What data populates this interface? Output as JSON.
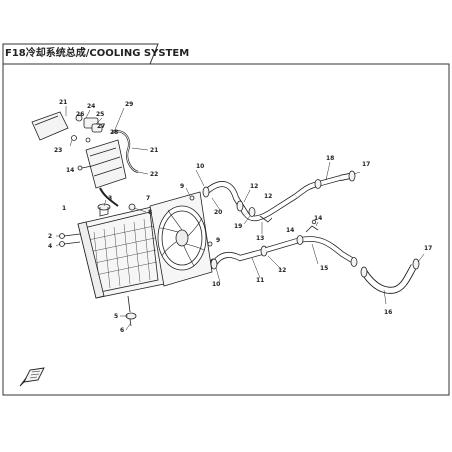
{
  "title": "F18冷却系统总成/COOLING SYSTEM",
  "callouts": [
    {
      "id": "c21a",
      "label": "21"
    },
    {
      "id": "c24",
      "label": "24"
    },
    {
      "id": "c25",
      "label": "25"
    },
    {
      "id": "c26",
      "label": "26"
    },
    {
      "id": "c27",
      "label": "27"
    },
    {
      "id": "c28",
      "label": "28"
    },
    {
      "id": "c29",
      "label": "29"
    },
    {
      "id": "c23",
      "label": "23"
    },
    {
      "id": "c21b",
      "label": "21"
    },
    {
      "id": "c14a",
      "label": "14"
    },
    {
      "id": "c22",
      "label": "22"
    },
    {
      "id": "c10a",
      "label": "10"
    },
    {
      "id": "c9a",
      "label": "9"
    },
    {
      "id": "c3",
      "label": "3"
    },
    {
      "id": "c1",
      "label": "1"
    },
    {
      "id": "c2",
      "label": "2"
    },
    {
      "id": "c4",
      "label": "4"
    },
    {
      "id": "c7",
      "label": "7"
    },
    {
      "id": "c8",
      "label": "8"
    },
    {
      "id": "c20",
      "label": "20"
    },
    {
      "id": "c12a",
      "label": "12"
    },
    {
      "id": "c19",
      "label": "19"
    },
    {
      "id": "c13",
      "label": "13"
    },
    {
      "id": "c18",
      "label": "18"
    },
    {
      "id": "c17a",
      "label": "17"
    },
    {
      "id": "c14b",
      "label": "14"
    },
    {
      "id": "c12b",
      "label": "12"
    },
    {
      "id": "c9b",
      "label": "9"
    },
    {
      "id": "c10b",
      "label": "10"
    },
    {
      "id": "c11",
      "label": "11"
    },
    {
      "id": "c15",
      "label": "15"
    },
    {
      "id": "c17b",
      "label": "17"
    },
    {
      "id": "c16",
      "label": "16"
    },
    {
      "id": "c5",
      "label": "5"
    },
    {
      "id": "c6",
      "label": "6"
    },
    {
      "id": "c14c",
      "label": "14"
    },
    {
      "id": "c12c",
      "label": "12"
    }
  ],
  "colors": {
    "line": "#222222",
    "frame": "#333333",
    "fill": "#f4f4f4"
  },
  "icons": {
    "front_arrow": "front-direction-arrow-icon"
  }
}
